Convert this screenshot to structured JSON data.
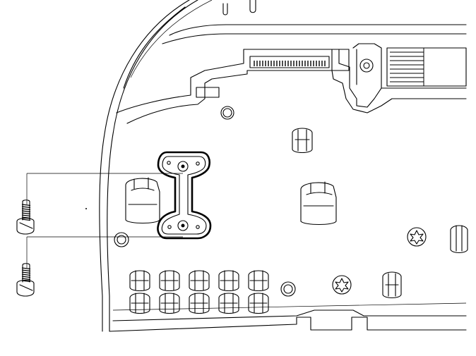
{
  "diagram": {
    "colors": {
      "line": "#000000",
      "background": "#ffffff"
    },
    "highlighted_part": "bracket",
    "screw_count": 2,
    "socket_count_lower_row": 10
  }
}
